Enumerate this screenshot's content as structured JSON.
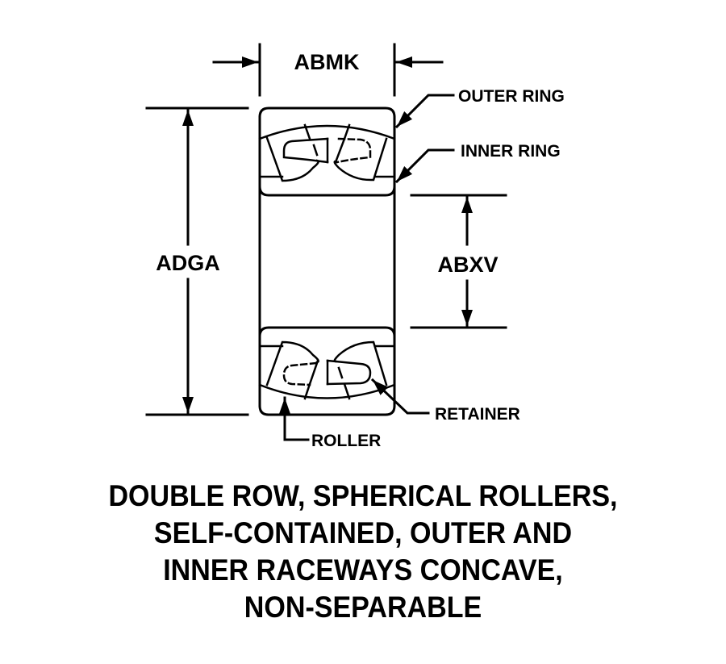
{
  "diagram": {
    "title": "Double row spherical roller bearing",
    "colors": {
      "line": "#000000",
      "background": "#ffffff"
    },
    "dimensions": {
      "width_label": "ABMK",
      "outside_diameter_label": "ADGA",
      "bore_diameter_label": "ABXV"
    },
    "callouts": {
      "outer_ring": "OUTER RING",
      "inner_ring": "INNER RING",
      "retainer": "RETAINER",
      "roller": "ROLLER"
    },
    "caption": {
      "lines": [
        "DOUBLE ROW, SPHERICAL ROLLERS,",
        "SELF-CONTAINED, OUTER AND",
        "INNER RACEWAYS CONCAVE,",
        "NON-SEPARABLE"
      ]
    }
  }
}
